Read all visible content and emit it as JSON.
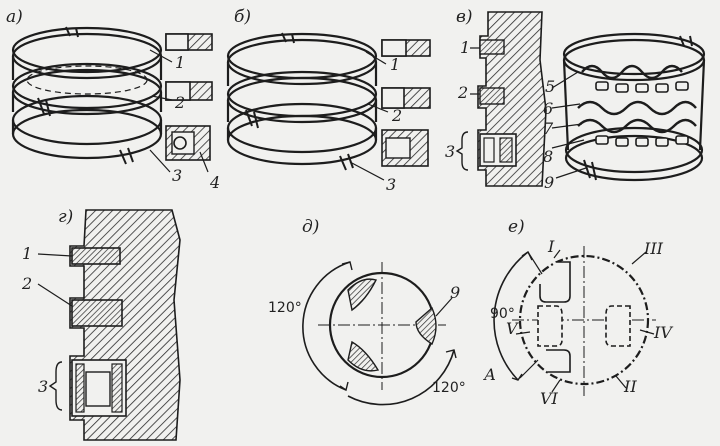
{
  "colors": {
    "ink": "#1d1d1d",
    "paper": "#f1f1ef",
    "hatch": "#2a2a2a"
  },
  "panels": {
    "a": {
      "label": "а)",
      "callouts": [
        "1",
        "2",
        "3",
        "4"
      ]
    },
    "b": {
      "label": "б)",
      "callouts": [
        "1",
        "2",
        "3"
      ]
    },
    "v": {
      "label": "в)",
      "callouts": [
        "1",
        "2",
        "3",
        "5",
        "6",
        "7",
        "8",
        "9"
      ]
    },
    "g": {
      "label": "г)",
      "callouts": [
        "1",
        "2",
        "3"
      ]
    },
    "d": {
      "label": "д)",
      "angle_top": "120°",
      "angle_bottom": "120°",
      "callout": "9"
    },
    "e": {
      "label": "е)",
      "angle": "90°",
      "arc_label": "А",
      "roman": [
        "I",
        "II",
        "III",
        "IV",
        "V",
        "VI"
      ]
    }
  }
}
